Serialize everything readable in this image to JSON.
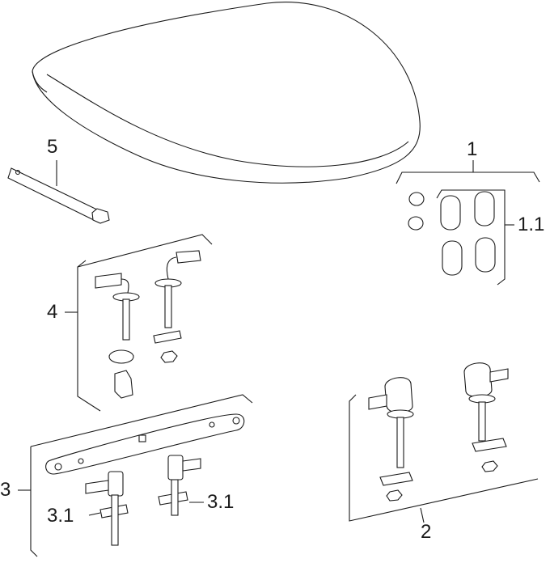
{
  "labels": {
    "tool": "5",
    "buffer_set": "1",
    "buffers": "1.1",
    "hinge_set_a": "4",
    "hinge_set_b": "3",
    "hinge_b_part_left": "3.1",
    "hinge_b_part_right": "3.1",
    "hinge_set_c": "2"
  }
}
